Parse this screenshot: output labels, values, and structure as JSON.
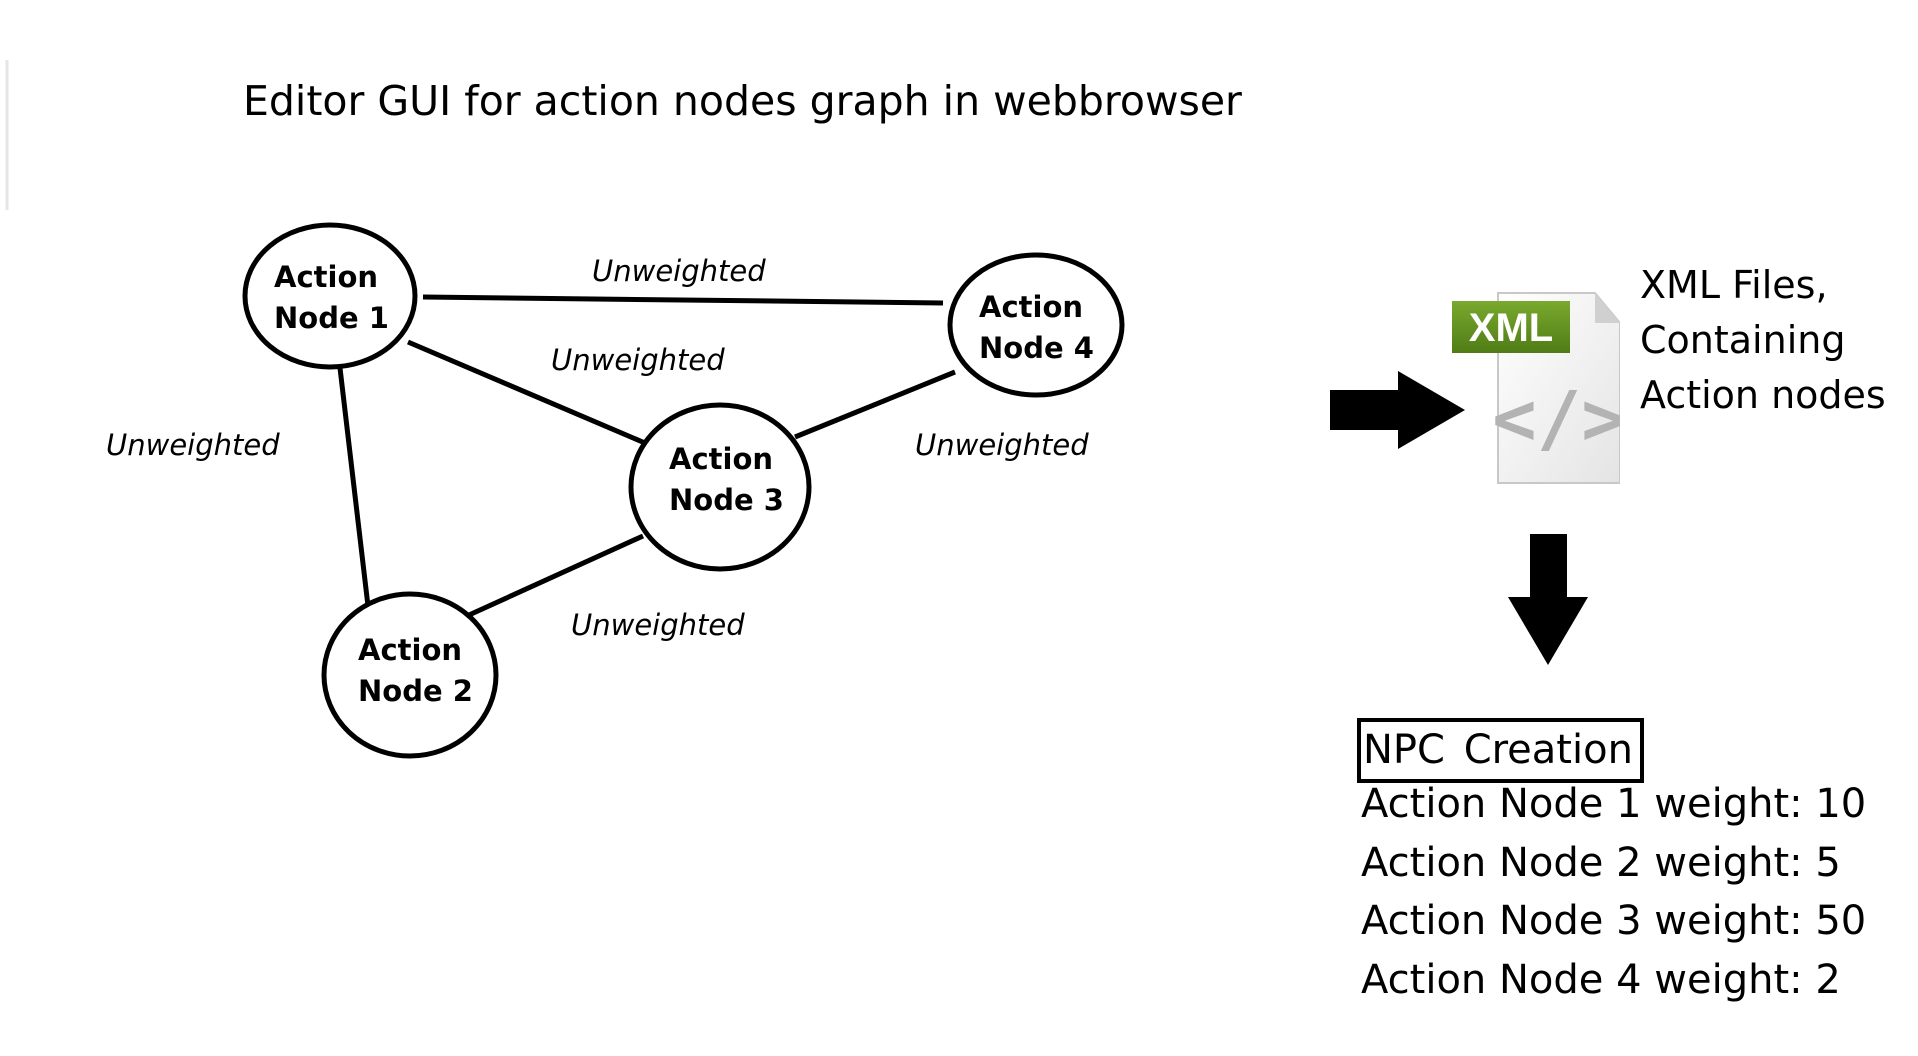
{
  "title": "Editor GUI for action nodes graph in webbrowser",
  "nodes": [
    {
      "line1": "Action",
      "line2": "Node 1"
    },
    {
      "line1": "Action",
      "line2": "Node 2"
    },
    {
      "line1": "Action",
      "line2": "Node 3"
    },
    {
      "line1": "Action",
      "line2": "Node 4"
    }
  ],
  "edges": [
    {
      "from": "Action Node 1",
      "to": "Action Node 4",
      "label": "Unweighted"
    },
    {
      "from": "Action Node 1",
      "to": "Action Node 3",
      "label": "Unweighted"
    },
    {
      "from": "Action Node 1",
      "to": "Action Node 2",
      "label": "Unweighted"
    },
    {
      "from": "Action Node 4",
      "to": "Action Node 3",
      "label": "Unweighted"
    },
    {
      "from": "Action Node 3",
      "to": "Action Node 2",
      "label": "Unweighted"
    }
  ],
  "xml_icon": {
    "badge_text": "XML",
    "glyph": "</>",
    "badge_color": "#5b8a1f",
    "icon": "xml-file-icon"
  },
  "xml_caption": {
    "line1": "XML Files,",
    "line2": "Containing",
    "line3": "Action nodes"
  },
  "arrows": {
    "right": "arrow-right-icon",
    "down": "arrow-down-icon",
    "color": "#000000"
  },
  "npc": {
    "title": "NPC Creation",
    "weights": [
      "Action Node 1 weight: 10",
      "Action Node 2 weight: 5",
      "Action Node 3 weight: 50",
      "Action Node 4 weight: 2"
    ]
  }
}
